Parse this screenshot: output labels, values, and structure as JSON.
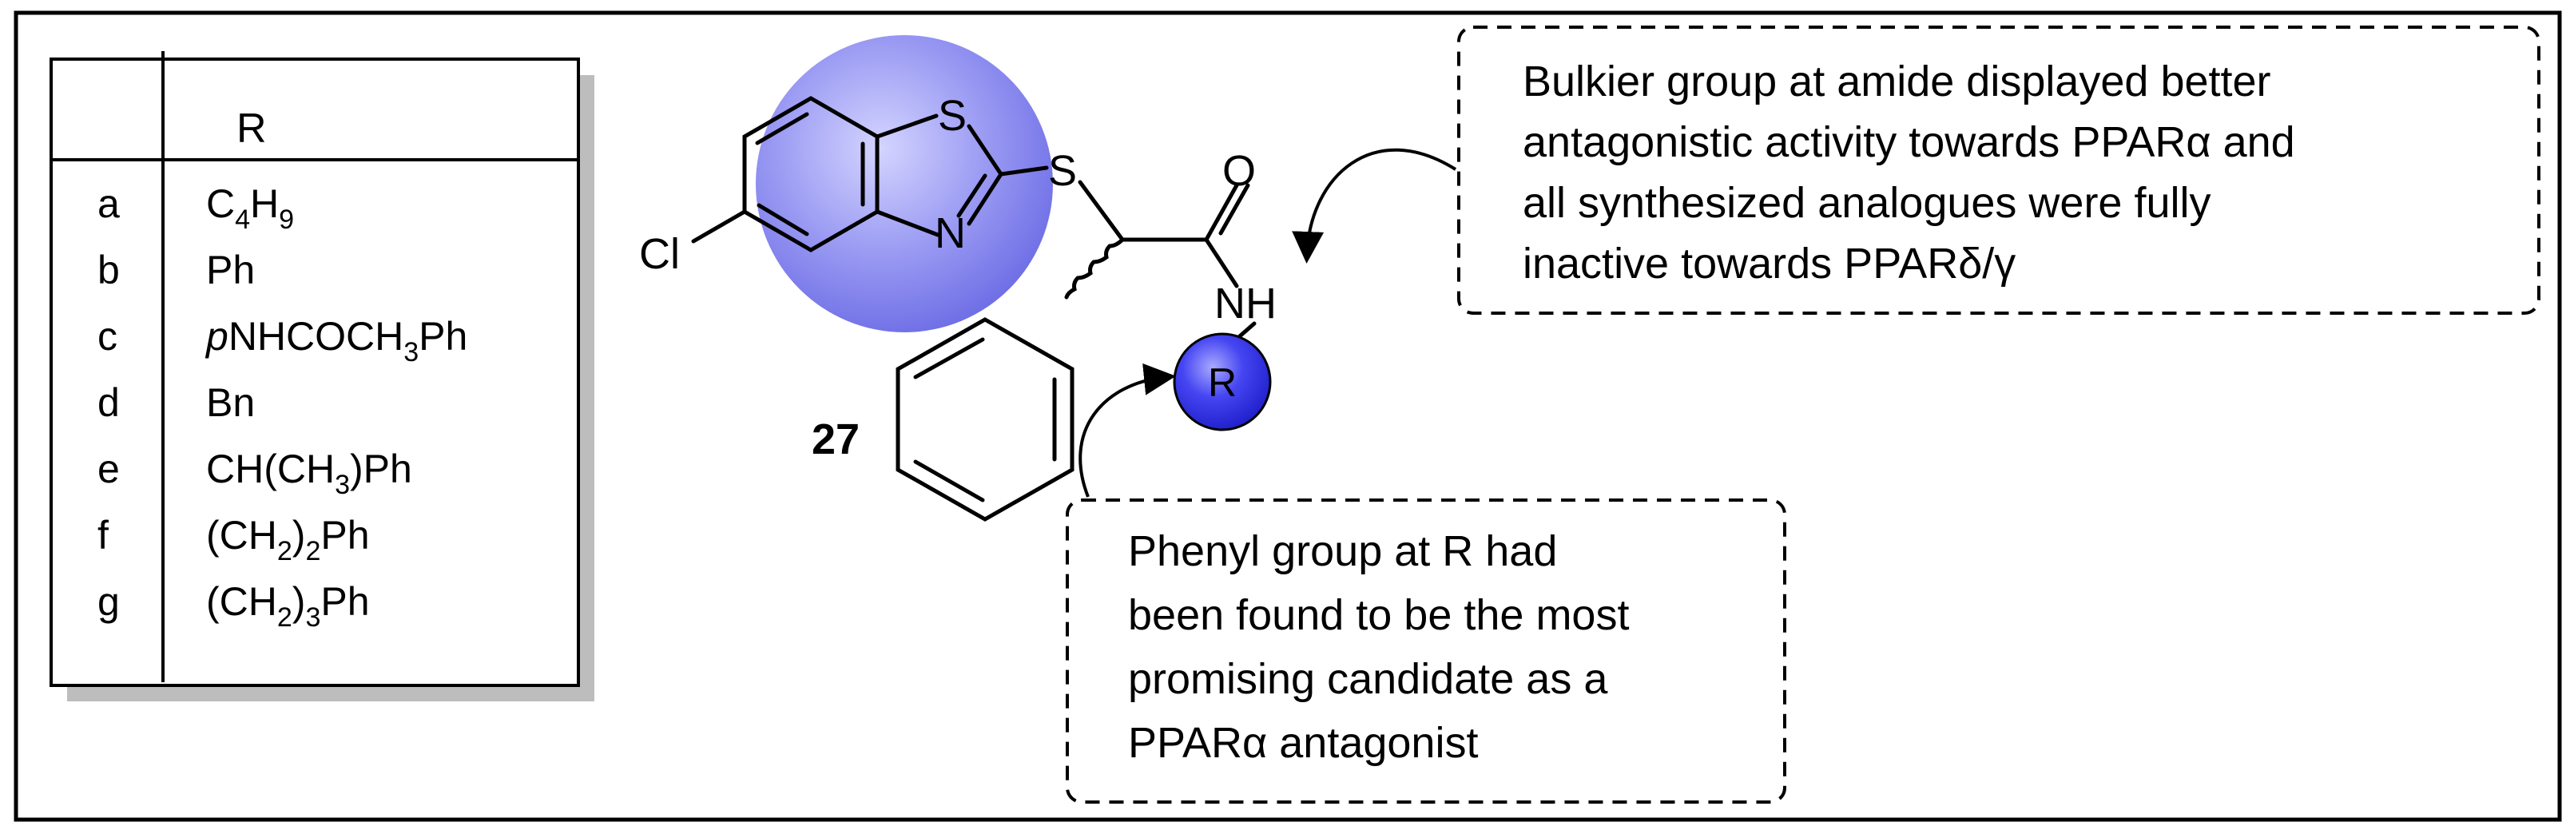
{
  "compound": {
    "number": "27",
    "atoms": {
      "s_ring": "S",
      "n_ring": "N",
      "s_thio": "S",
      "o_carbonyl": "O",
      "nh": "NH",
      "cl": "Cl",
      "r_group": "R"
    }
  },
  "table": {
    "header_r": "R",
    "rows": [
      {
        "label": "a",
        "main": "C",
        "sub": "4",
        "tail": "H",
        "sub2": "9",
        "tail2": ""
      },
      {
        "label": "b",
        "main": "Ph",
        "sub": "",
        "tail": "",
        "sub2": "",
        "tail2": ""
      },
      {
        "label": "c",
        "italic": "p",
        "main": "NHCOCH",
        "sub": "3",
        "tail": "Ph",
        "sub2": "",
        "tail2": ""
      },
      {
        "label": "d",
        "main": "Bn",
        "sub": "",
        "tail": "",
        "sub2": "",
        "tail2": ""
      },
      {
        "label": "e",
        "main": "CH(CH",
        "sub": "3",
        "tail": ")Ph",
        "sub2": "",
        "tail2": ""
      },
      {
        "label": "f",
        "main": "(CH",
        "sub": "2",
        "tail": ")",
        "sub2": "2",
        "tail2": "Ph"
      },
      {
        "label": "g",
        "main": "(CH",
        "sub": "2",
        "tail": ")",
        "sub2": "3",
        "tail2": "Ph"
      }
    ]
  },
  "annotations": {
    "top_right": [
      "Bulkier group at amide displayed better",
      "antagonistic activity towards PPARα and",
      "all synthesized analogues were fully",
      "inactive towards PPARδ/γ"
    ],
    "bottom": [
      "Phenyl group at R had",
      "been found to be the most",
      "promising candidate as a",
      "PPARα antagonist"
    ]
  },
  "colors": {
    "ring_highlight": "#8f8ff0",
    "r_sphere": "#2f2fe6",
    "frame": "#000000",
    "table_shadow": "#bdbdbd"
  }
}
